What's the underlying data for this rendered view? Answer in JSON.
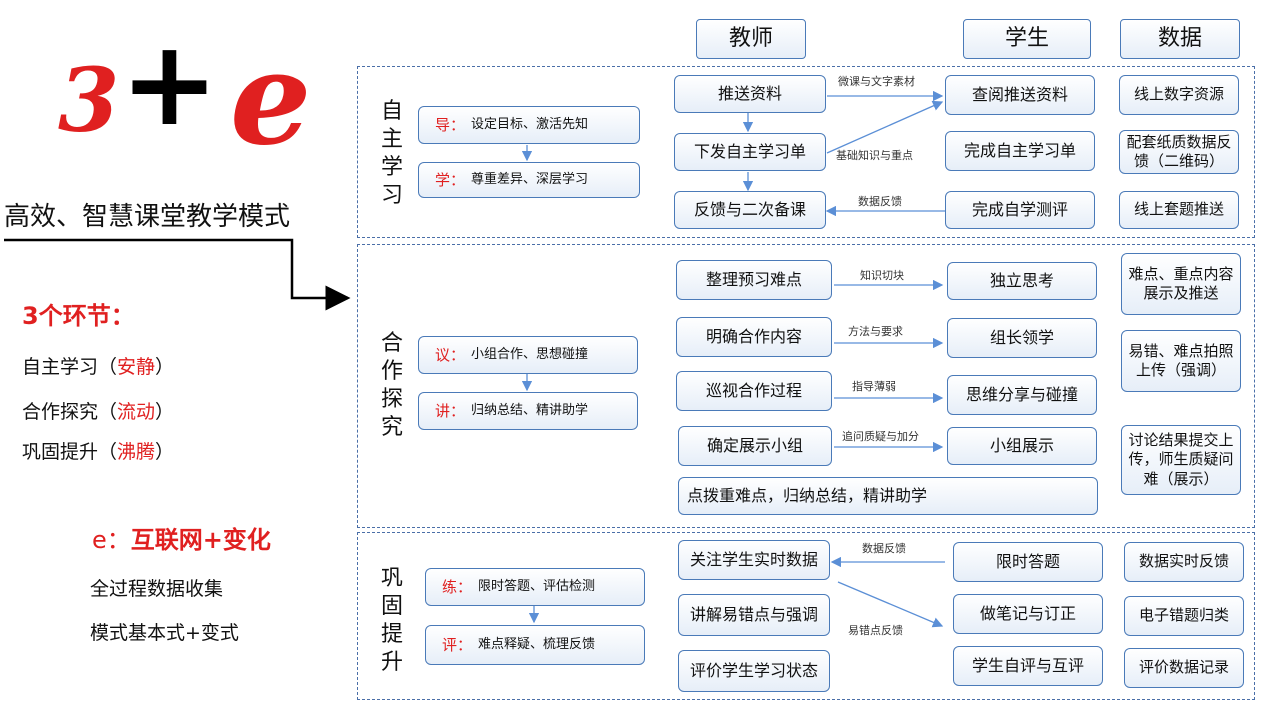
{
  "title": {
    "three": "3",
    "plus": "+",
    "e": "e"
  },
  "subtitle": "高效、智慧课堂教学模式",
  "stages_heading": "3个环节：",
  "stages": [
    {
      "name": "自主学习",
      "paren_open": "（",
      "mood": "安静",
      "paren_close": "）"
    },
    {
      "name": "合作探究",
      "paren_open": "（",
      "mood": "流动",
      "paren_close": "）"
    },
    {
      "name": "巩固提升",
      "paren_open": "（",
      "mood": "沸腾",
      "paren_close": "）"
    }
  ],
  "e_heading": {
    "label": "e：",
    "value": "互联网+变化"
  },
  "e_notes": [
    "全过程数据收集",
    "模式基本式+变式"
  ],
  "headers": {
    "teacher": "教师",
    "student": "学生",
    "data": "数据"
  },
  "sections": [
    {
      "label": "自主学习",
      "steps": [
        {
          "key": "导：",
          "text": "设定目标、激活先知"
        },
        {
          "key": "学：",
          "text": "尊重差异、深层学习"
        }
      ],
      "teacher": [
        "推送资料",
        "下发自主学习单",
        "反馈与二次备课"
      ],
      "student": [
        "查阅推送资料",
        "完成自主学习单",
        "完成自学测评"
      ],
      "data": [
        "线上数字资源",
        "配套纸质数据反馈（二维码）",
        "线上套题推送"
      ],
      "arrows": [
        "微课与文字素材",
        "基础知识与重点",
        "数据反馈"
      ]
    },
    {
      "label": "合作探究",
      "steps": [
        {
          "key": "议：",
          "text": "小组合作、思想碰撞"
        },
        {
          "key": "讲：",
          "text": "归纳总结、精讲助学"
        }
      ],
      "teacher": [
        "整理预习难点",
        "明确合作内容",
        "巡视合作过程",
        "确定展示小组"
      ],
      "student": [
        "独立思考",
        "组长领学",
        "思维分享与碰撞",
        "小组展示"
      ],
      "data": [
        "难点、重点内容展示及推送",
        "易错、难点拍照上传（强调）",
        "讨论结果提交上传，师生质疑问难（展示）"
      ],
      "arrows": [
        "知识切块",
        "方法与要求",
        "指导薄弱",
        "追问质疑与加分"
      ],
      "summary": "点拨重难点，归纳总结，精讲助学"
    },
    {
      "label": "巩固提升",
      "steps": [
        {
          "key": "练：",
          "text": "限时答题、评估检测"
        },
        {
          "key": "评：",
          "text": "难点释疑、梳理反馈"
        }
      ],
      "teacher": [
        "关注学生实时数据",
        "讲解易错点与强调",
        "评价学生学习状态"
      ],
      "student": [
        "限时答题",
        "做笔记与订正",
        "学生自评与互评"
      ],
      "data": [
        "数据实时反馈",
        "电子错题归类",
        "评价数据记录"
      ],
      "arrows": [
        "数据反馈",
        "易错点反馈"
      ]
    }
  ],
  "colors": {
    "accent_red": "#e02020",
    "box_border": "#4a7ab8",
    "line": "#5b8fd6"
  }
}
